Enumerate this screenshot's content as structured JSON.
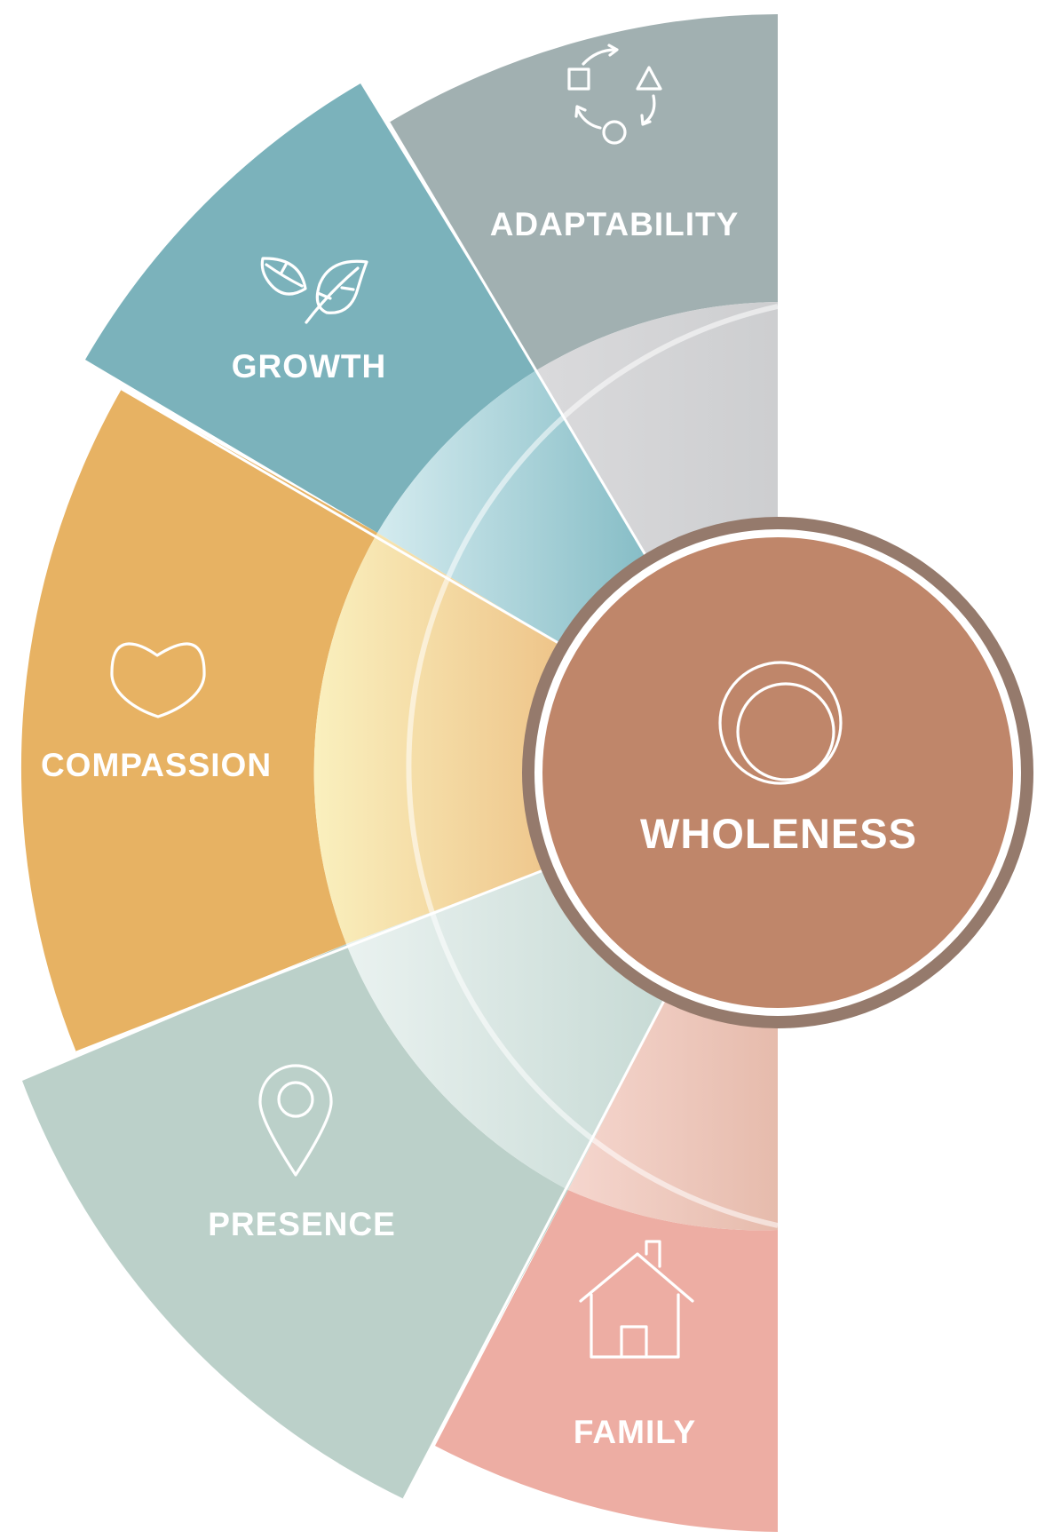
{
  "center": {
    "label": "WHOLENESS",
    "icon": "concentric-circles-icon",
    "color": "#BF866A",
    "rim_color": "#957A6C"
  },
  "segments": [
    {
      "id": "adaptability",
      "label": "ADAPTABILITY",
      "icon": "cycle-shapes-icon",
      "color": "#A1B0B1"
    },
    {
      "id": "growth",
      "label": "GROWTH",
      "icon": "leaves-icon",
      "color": "#7BB2BB"
    },
    {
      "id": "compassion",
      "label": "COMPASSION",
      "icon": "heart-icon",
      "color": "#E7B263"
    },
    {
      "id": "presence",
      "label": "PRESENCE",
      "icon": "location-pin-icon",
      "color": "#BBD0C9"
    },
    {
      "id": "family",
      "label": "FAMILY",
      "icon": "house-icon",
      "color": "#EDADA3"
    }
  ]
}
